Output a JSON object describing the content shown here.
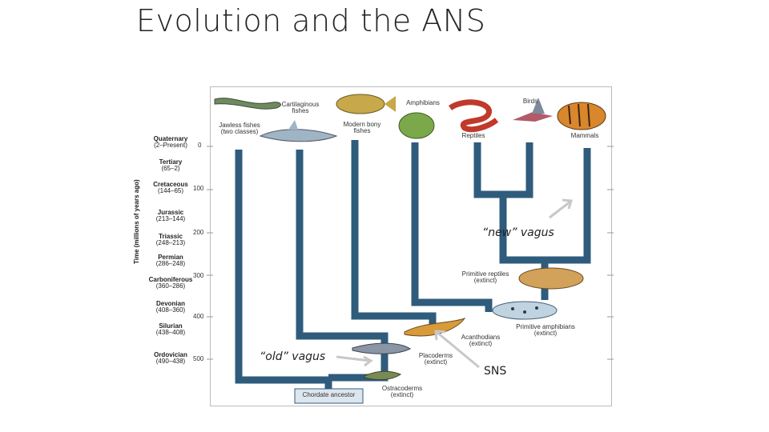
{
  "slide": {
    "title": "Evolution and the ANS"
  },
  "axis": {
    "ylabel": "Time (millions of years ago)",
    "ticks": [
      "0",
      "100",
      "200",
      "300",
      "400",
      "500"
    ]
  },
  "periods": [
    {
      "name": "Quaternary",
      "range": "(2–Present)"
    },
    {
      "name": "Tertiary",
      "range": "(65–2)"
    },
    {
      "name": "Cretaceous",
      "range": "(144–65)"
    },
    {
      "name": "Jurassic",
      "range": "(213–144)"
    },
    {
      "name": "Triassic",
      "range": "(248–213)"
    },
    {
      "name": "Permian",
      "range": "(286–248)"
    },
    {
      "name": "Carboniferous",
      "range": "(360–286)"
    },
    {
      "name": "Devonian",
      "range": "(408–360)"
    },
    {
      "name": "Silurian",
      "range": "(438–408)"
    },
    {
      "name": "Ordovician",
      "range": "(490–438)"
    }
  ],
  "groups": {
    "jawless": "Jawless fishes (two classes)",
    "cartilaginous": "Cartilaginous fishes",
    "bony": "Modern bony fishes",
    "amphibians": "Amphibians",
    "reptiles": "Reptiles",
    "birds": "Birds",
    "mammals": "Mammals",
    "prim_reptiles": "Primitive reptiles (extinct)",
    "prim_amphibians": "Primitive amphibians (extinct)",
    "acanthodians": "Acanthodians (extinct)",
    "placoderms": "Placoderms (extinct)",
    "ostracoderms": "Ostracoderms (extinct)",
    "ancestor": "Chordate ancestor"
  },
  "annotations": {
    "new_vagus": "“new” vagus",
    "old_vagus": "“old” vagus",
    "sns": "SNS"
  },
  "colors": {
    "branch": "#2f5c7c",
    "arrow": "#c8c8c8"
  }
}
